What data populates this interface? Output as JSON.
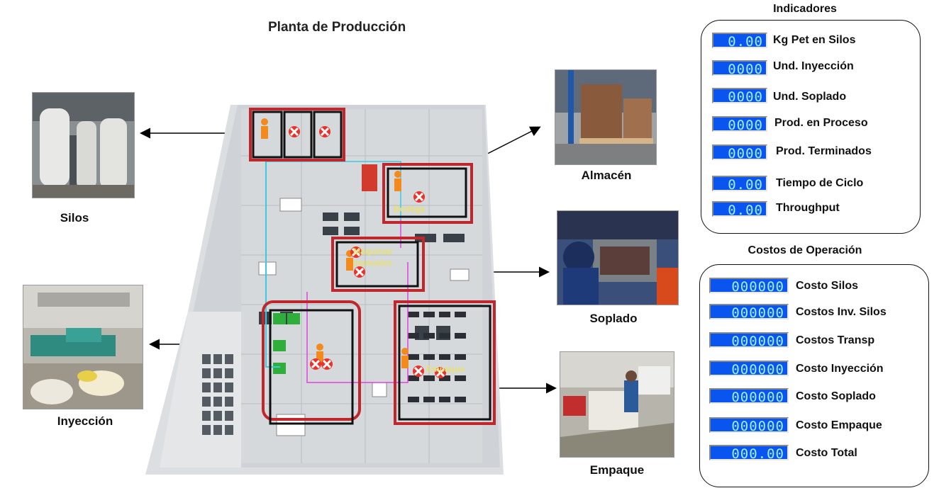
{
  "page": {
    "title": "Planta de Producción"
  },
  "areas": {
    "silos": "Silos",
    "inyeccion": "Inyección",
    "almacen": "Almacén",
    "soplado": "Soplado",
    "empaque": "Empaque"
  },
  "plant_labels": {
    "bodega": "Bodega",
    "maquinas": "Máquinas",
    "maquinas_sub": "manuales",
    "empaque": "Empaque"
  },
  "indicadores": {
    "title": "Indicadores",
    "items": [
      {
        "value": "0.00",
        "label": "Kg Pet en Silos"
      },
      {
        "value": "0000",
        "label": "Und. Inyección"
      },
      {
        "value": "0000",
        "label": "Und. Soplado"
      },
      {
        "value": "0000",
        "label": "Prod. en Proceso"
      },
      {
        "value": "0000",
        "label": "Prod. Terminados"
      },
      {
        "value": "0.00",
        "label": "Tiempo de Ciclo"
      },
      {
        "value": "0.00",
        "label": "Throughput"
      }
    ]
  },
  "costos": {
    "title": "Costos de Operación",
    "items": [
      {
        "value": "000000",
        "label": "Costo Silos"
      },
      {
        "value": "000000",
        "label": "Costos Inv. Silos"
      },
      {
        "value": "000000",
        "label": "Costos Transp"
      },
      {
        "value": "000000",
        "label": "Costo Inyección"
      },
      {
        "value": "000000",
        "label": "Costo Soplado"
      },
      {
        "value": "000000",
        "label": "Costo Empaque"
      },
      {
        "value": "000.00",
        "label": "Costo Total"
      }
    ]
  },
  "colors": {
    "lcd_bg": "#0a55f0",
    "lcd_text": "#9ff0ff",
    "zone_red": "#c0272d"
  }
}
